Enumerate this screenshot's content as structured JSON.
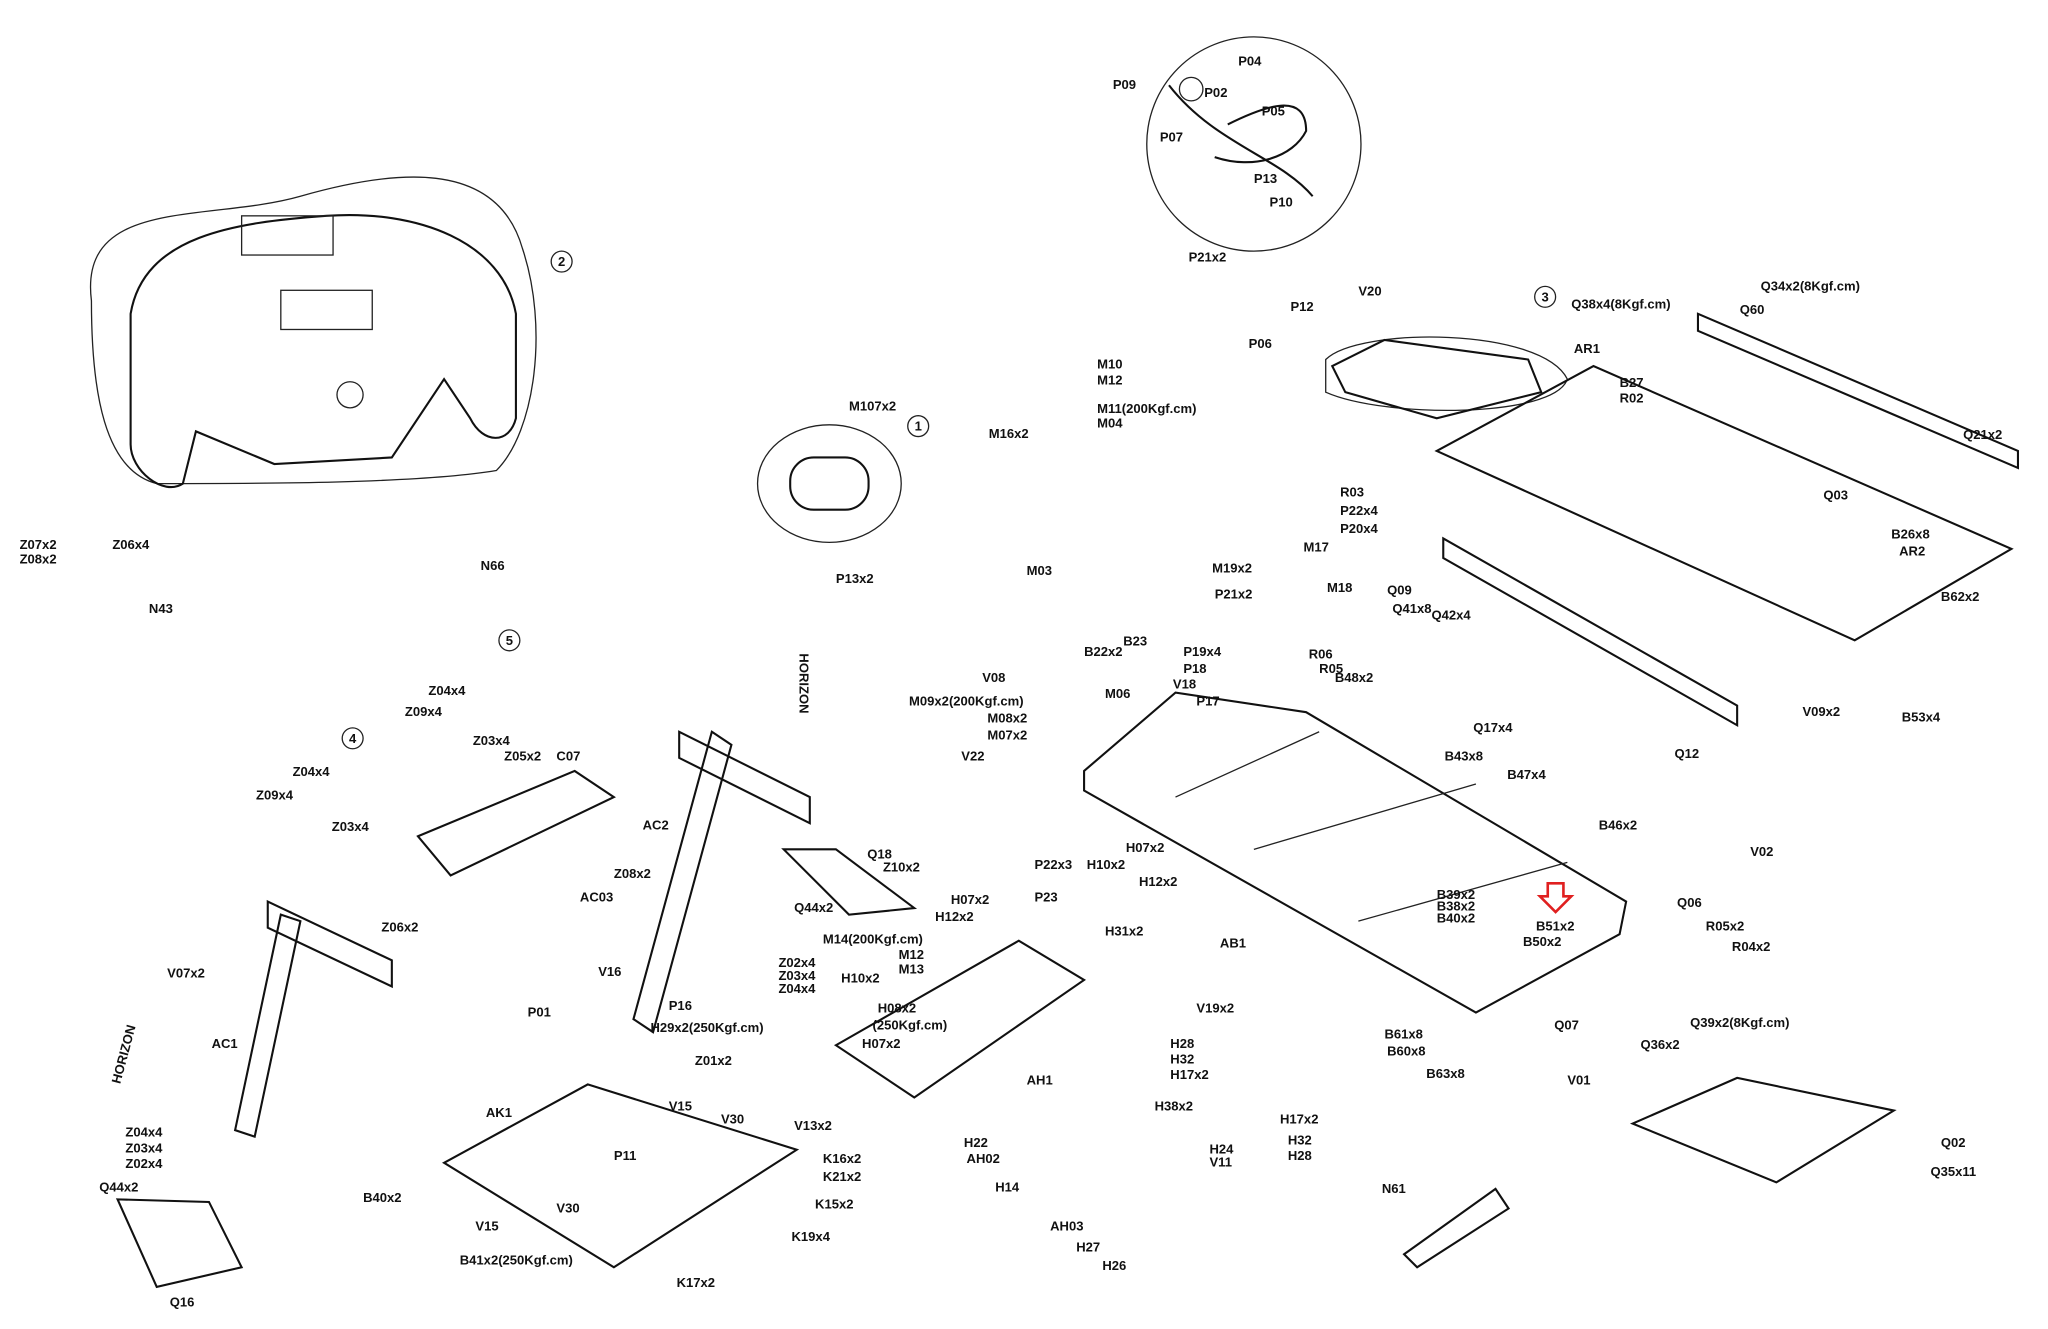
{
  "diagram": {
    "type": "exploded parts diagram",
    "brand_mark": "HORIZON",
    "highlight_color": "#e02020",
    "highlighted_part": "B51x2",
    "callouts": [
      "1",
      "2",
      "3",
      "4",
      "5"
    ],
    "labels": [
      "P09",
      "P04",
      "P02",
      "P05",
      "P07",
      "P13",
      "P10",
      "P21x2",
      "P12",
      "P06",
      "V20",
      "Q38x4(8Kgf.cm)",
      "Q34x2(8Kgf.cm)",
      "Q60",
      "AR1",
      "B27",
      "R02",
      "Q03",
      "Q21x2",
      "Z07x2",
      "Z08x2",
      "Z06x4",
      "M107x2",
      "P13x2",
      "M10",
      "M12",
      "M11(200Kgf.cm)",
      "M04",
      "M16x2",
      "R03",
      "P22x4",
      "P20x4",
      "M19x2",
      "M17",
      "Q09",
      "Q41x8",
      "Q42x4",
      "M18",
      "B26x8",
      "AR2",
      "B62x2",
      "M03",
      "P21x2",
      "N66",
      "N43",
      "B22x2",
      "B23",
      "P19x4",
      "P18",
      "R06",
      "R05",
      "B48x2",
      "V18",
      "P17",
      "M06",
      "V08",
      "M09x2(200Kgf.cm)",
      "M08x2",
      "M07x2",
      "V22",
      "Q17x4",
      "V09x2",
      "B53x4",
      "Q12",
      "Z04x4",
      "Z09x4",
      "Z03x4",
      "Z05x2",
      "C07",
      "Z04x4",
      "Z09x4",
      "Z03x4",
      "Z08x2",
      "AC03",
      "Z06x2",
      "AC2",
      "Q18",
      "Z10x2",
      "Q44x2",
      "B43x8",
      "B47x4",
      "B46x2",
      "V02",
      "P22x3",
      "P23",
      "H07x2",
      "H10x2",
      "H12x2",
      "H07x2",
      "H12x2",
      "H31x2",
      "M14(200Kgf.cm)",
      "M12",
      "M13",
      "Z02x4",
      "Z03x4",
      "Z04x4",
      "V16",
      "P01",
      "P16",
      "AB1",
      "B39x2",
      "B38x2",
      "B40x2",
      "B51x2",
      "B50x2",
      "Q06",
      "R05x2",
      "R04x2",
      "Q39x2(8Kgf.cm)",
      "Q36x2",
      "V07x2",
      "AC1",
      "V19x2",
      "H10x2",
      "H08x2",
      "(250Kgf.cm)",
      "H07x2",
      "AH1",
      "H29x2(250Kgf.cm)",
      "Z01x2",
      "V15",
      "V30",
      "V13x2",
      "P11",
      "AK1",
      "B61x8",
      "B60x8",
      "B63x8",
      "Q07",
      "V01",
      "H28",
      "H32",
      "H17x2",
      "H38x2",
      "H22",
      "AH02",
      "H14",
      "H24",
      "V11",
      "H17x2",
      "H32",
      "H28",
      "AH03",
      "H27",
      "H26",
      "N61",
      "Q02",
      "Q35x11",
      "Z04x4",
      "Z03x4",
      "Z02x4",
      "Q44x2",
      "Q16",
      "B40x2",
      "V30",
      "V15",
      "B41x2(250Kgf.cm)",
      "K16x2",
      "K21x2",
      "K15x2",
      "K19x4",
      "K17x2"
    ]
  }
}
